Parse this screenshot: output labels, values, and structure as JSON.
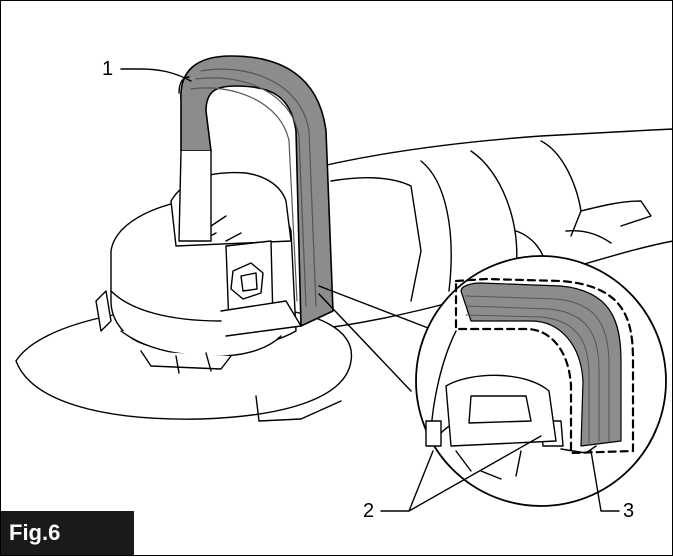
{
  "figure": {
    "label": "Fig.6",
    "callouts": [
      "1",
      "2",
      "3"
    ]
  },
  "colors": {
    "handle_fill": "#8c8c8c",
    "outline": "#000000",
    "background": "#ffffff",
    "label_bg": "#1a1a1a"
  }
}
